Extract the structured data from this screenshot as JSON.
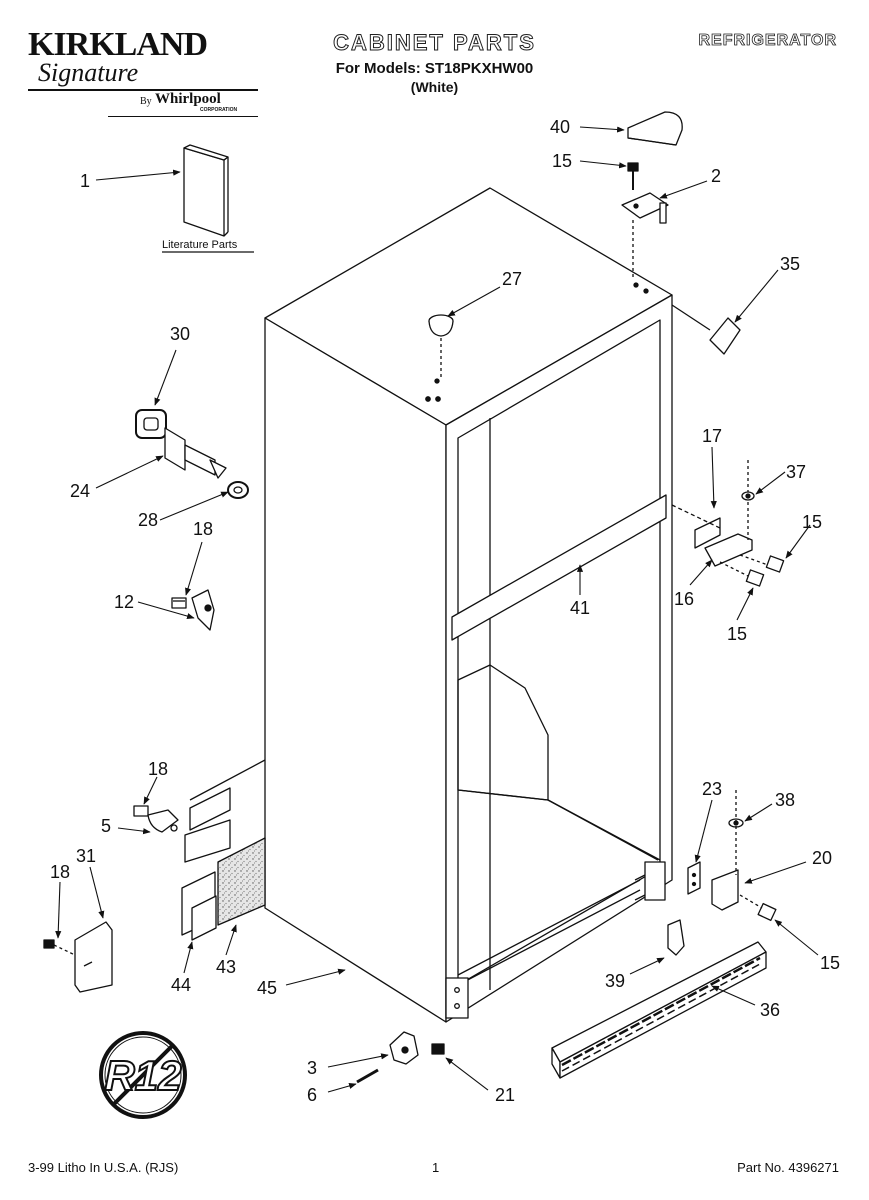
{
  "header": {
    "brand": "KIRKLAND",
    "brand_script": "Signature",
    "by": "By",
    "maker": "Whirlpool",
    "maker_sub": "CORPORATION",
    "title": "CABINET PARTS",
    "for_models": "For Models: ST18PKXHW00",
    "color_variant": "(White)",
    "category": "REFRIGERATOR"
  },
  "literature_label": "Literature Parts",
  "badge_text": "R12",
  "callouts": [
    {
      "id": "c40",
      "text": "40"
    },
    {
      "id": "c15a",
      "text": "15"
    },
    {
      "id": "c2",
      "text": "2"
    },
    {
      "id": "c1",
      "text": "1"
    },
    {
      "id": "c27",
      "text": "27"
    },
    {
      "id": "c35",
      "text": "35"
    },
    {
      "id": "c30",
      "text": "30"
    },
    {
      "id": "c24",
      "text": "24"
    },
    {
      "id": "c28",
      "text": "28"
    },
    {
      "id": "c18a",
      "text": "18"
    },
    {
      "id": "c12",
      "text": "12"
    },
    {
      "id": "c17",
      "text": "17"
    },
    {
      "id": "c37",
      "text": "37"
    },
    {
      "id": "c15b",
      "text": "15"
    },
    {
      "id": "c41",
      "text": "41"
    },
    {
      "id": "c16",
      "text": "16"
    },
    {
      "id": "c15c",
      "text": "15"
    },
    {
      "id": "c18b",
      "text": "18"
    },
    {
      "id": "c5",
      "text": "5"
    },
    {
      "id": "c31",
      "text": "31"
    },
    {
      "id": "c18c",
      "text": "18"
    },
    {
      "id": "c23",
      "text": "23"
    },
    {
      "id": "c38",
      "text": "38"
    },
    {
      "id": "c20",
      "text": "20"
    },
    {
      "id": "c44",
      "text": "44"
    },
    {
      "id": "c43",
      "text": "43"
    },
    {
      "id": "c45",
      "text": "45"
    },
    {
      "id": "c15d",
      "text": "15"
    },
    {
      "id": "c39",
      "text": "39"
    },
    {
      "id": "c36",
      "text": "36"
    },
    {
      "id": "c3",
      "text": "3"
    },
    {
      "id": "c6",
      "text": "6"
    },
    {
      "id": "c21",
      "text": "21"
    }
  ],
  "footer": {
    "left": "3-99 Litho In U.S.A. (RJS)",
    "center": "1",
    "right": "Part No. 4396271"
  }
}
